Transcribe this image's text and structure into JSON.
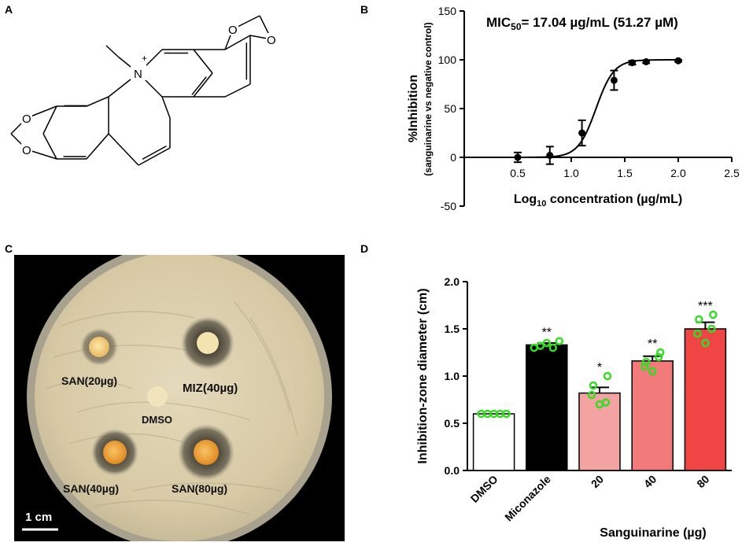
{
  "panels": {
    "a": {
      "letter": "A"
    },
    "b": {
      "letter": "B"
    },
    "c": {
      "letter": "C"
    },
    "d": {
      "letter": "D"
    }
  },
  "structure": {
    "charge": "+",
    "n_label": "N",
    "o_label": "O",
    "colors": {
      "bond": "#000000"
    }
  },
  "plate": {
    "labels": [
      "SAN(20µg)",
      "MIZ(40µg)",
      "DMSO",
      "SAN(40µg)",
      "SAN(80µg)"
    ],
    "scale_bar_label": "1 cm",
    "colors": {
      "background": "#000000",
      "agar": "#d9ccaa",
      "halo": "#5a5446",
      "disc": "#f0d88a",
      "disc_dark": "#e8a63a"
    }
  },
  "chart_data": [
    {
      "type": "scatter",
      "panel": "B",
      "annotation": {
        "main": "MIC",
        "sub": "50",
        "rest": "= 17.04 µg/mL (51.27 µM)"
      },
      "xlabel": {
        "main": "Log",
        "sub": "10",
        "rest": " concentration (µg/mL)"
      },
      "ylabel": "%Inhibition",
      "ylabel2": "(sanguinarine vs negative control)",
      "xlim": [
        0,
        2.5
      ],
      "ylim": [
        -50,
        150
      ],
      "xticks": [
        0.5,
        1.0,
        1.5,
        2.0,
        2.5
      ],
      "xtick_labels": [
        "0.5",
        "1.0",
        "1.5",
        "2.0",
        "2.5"
      ],
      "yticks": [
        -50,
        0,
        50,
        100,
        150
      ],
      "ytick_labels": [
        "-50",
        "0",
        "50",
        "100",
        "150"
      ],
      "points": [
        {
          "x": 0.5,
          "y": 0,
          "err": 5
        },
        {
          "x": 0.8,
          "y": 2,
          "err": 9
        },
        {
          "x": 1.1,
          "y": 25,
          "err": 13
        },
        {
          "x": 1.4,
          "y": 79,
          "err": 10
        },
        {
          "x": 1.57,
          "y": 97,
          "err": 2
        },
        {
          "x": 1.7,
          "y": 98,
          "err": 1.5
        },
        {
          "x": 2.0,
          "y": 99,
          "err": 1
        }
      ],
      "fit": {
        "log_ec50": 1.2315,
        "hill": 5.2,
        "bottom": 0,
        "top": 100
      },
      "grid": false,
      "colors": {
        "line": "#000000"
      }
    },
    {
      "type": "bar",
      "panel": "D",
      "ylabel": "Inhibition-zone diameter (cm)",
      "xlabel": "Sanguinarine (µg)",
      "categories": [
        "DMSO",
        "Miconazole",
        "20",
        "40",
        "80"
      ],
      "values": [
        0.6,
        1.33,
        0.82,
        1.16,
        1.5
      ],
      "errors": [
        0,
        0.02,
        0.06,
        0.05,
        0.07
      ],
      "significance": [
        "",
        "**",
        "*",
        "**",
        "***"
      ],
      "points": [
        [
          0.6,
          0.6,
          0.6,
          0.6,
          0.6
        ],
        [
          1.3,
          1.32,
          1.35,
          1.3,
          1.37
        ],
        [
          0.7,
          0.8,
          0.72,
          0.9,
          1.0
        ],
        [
          1.05,
          1.1,
          1.2,
          1.15,
          1.25
        ],
        [
          1.35,
          1.45,
          1.5,
          1.6,
          1.65
        ]
      ],
      "ylim": [
        0,
        2.0
      ],
      "yticks": [
        0.0,
        0.5,
        1.0,
        1.5,
        2.0
      ],
      "ytick_labels": [
        "0.0",
        "0.5",
        "1.0",
        "1.5",
        "2.0"
      ],
      "colors": {
        "bars": [
          "#ffffff",
          "#000000",
          "#f4a3a3",
          "#f27a7a",
          "#ef4545"
        ],
        "points": "#33dd22",
        "edge": "#000000"
      },
      "grid": false
    }
  ]
}
